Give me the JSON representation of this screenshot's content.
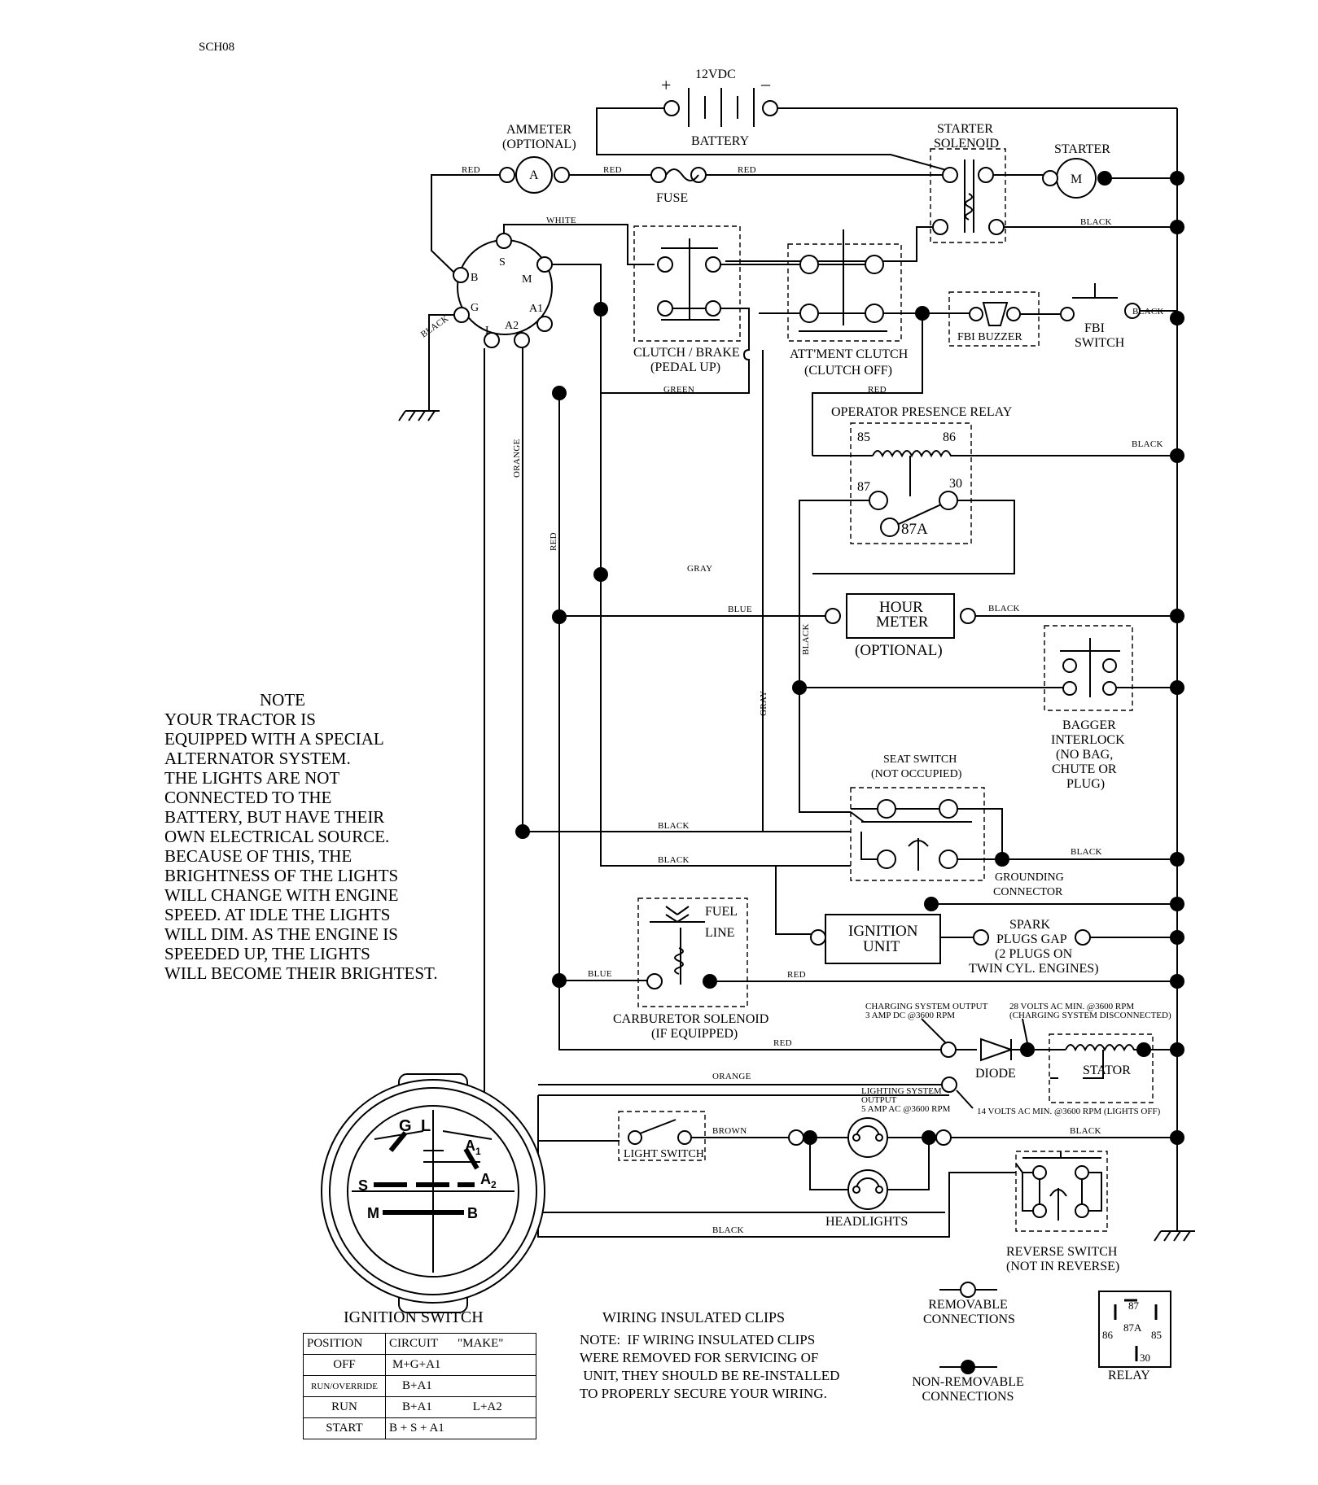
{
  "doc_id": "SCH08",
  "battery": {
    "voltage": "12VDC",
    "name": "BATTERY",
    "pos": "+",
    "neg": "–"
  },
  "ammeter": {
    "name": "AMMETER",
    "note": "(OPTIONAL)",
    "symbol": "A"
  },
  "fuse": "FUSE",
  "starter_solenoid": {
    "l1": "STARTER",
    "l2": "SOLENOID"
  },
  "starter": {
    "name": "STARTER",
    "symbol": "M"
  },
  "ignition_terminals": {
    "b": "B",
    "s": "S",
    "m": "M",
    "g": "G",
    "l": "L",
    "a1": "A1",
    "a2": "A2"
  },
  "clutch_brake": {
    "l1": "CLUTCH / BRAKE",
    "l2": "(PEDAL UP)"
  },
  "attment_clutch": {
    "l1": "ATT'MENT CLUTCH",
    "l2": "(CLUTCH OFF)"
  },
  "fbi_buzzer": "FBI BUZZER",
  "fbi_switch": {
    "l1": "FBI",
    "l2": "SWITCH"
  },
  "relay": {
    "title": "OPERATOR PRESENCE RELAY",
    "p85": "85",
    "p86": "86",
    "p87": "87",
    "p30": "30",
    "p87a": "87A"
  },
  "hour_meter": {
    "l1": "HOUR",
    "l2": "METER",
    "note": "(OPTIONAL)"
  },
  "bagger": {
    "l1": "BAGGER",
    "l2": "INTERLOCK",
    "l3": "(NO BAG,",
    "l4": "CHUTE OR",
    "l5": "PLUG)"
  },
  "seat_switch": {
    "l1": "SEAT SWITCH",
    "l2": "(NOT OCCUPIED)"
  },
  "grounding": {
    "l1": "GROUNDING",
    "l2": "CONNECTOR"
  },
  "fuel": {
    "l1": "FUEL",
    "l2": "LINE"
  },
  "carb": {
    "l1": "CARBURETOR SOLENOID",
    "l2": "(IF EQUIPPED)"
  },
  "ignition_unit": {
    "l1": "IGNITION",
    "l2": "UNIT"
  },
  "spark": {
    "l1": "SPARK",
    "l2": "PLUGS GAP",
    "l3": "(2 PLUGS ON",
    "l4": "TWIN CYL. ENGINES)"
  },
  "charging": {
    "l1": "CHARGING SYSTEM OUTPUT",
    "l2": "3 AMP DC @3600 RPM"
  },
  "volts28": {
    "l1": "28 VOLTS AC MIN. @3600 RPM",
    "l2": "(CHARGING SYSTEM DISCONNECTED)"
  },
  "diode": "DIODE",
  "stator": "STATOR",
  "lighting": {
    "l1": "LIGHTING SYSTEM",
    "l2": "OUTPUT",
    "l3": "5 AMP AC @3600 RPM"
  },
  "volts14": "14 VOLTS AC MIN. @3600 RPM (LIGHTS OFF)",
  "light_switch": "LIGHT SWITCH",
  "headlights": "HEADLIGHTS",
  "reverse": {
    "l1": "REVERSE SWITCH",
    "l2": "(NOT IN REVERSE)"
  },
  "wires": {
    "red": "RED",
    "white": "WHITE",
    "black": "BLACK",
    "green": "GREEN",
    "orange": "ORANGE",
    "gray": "GRAY",
    "blue": "BLUE",
    "brown": "BROWN"
  },
  "note": {
    "title": "NOTE",
    "lines": [
      "YOUR TRACTOR IS",
      "EQUIPPED WITH A SPECIAL",
      "ALTERNATOR SYSTEM.",
      "THE LIGHTS ARE NOT",
      "CONNECTED TO THE",
      "BATTERY, BUT HAVE THEIR",
      "OWN ELECTRICAL SOURCE.",
      "BECAUSE OF THIS, THE",
      "BRIGHTNESS OF THE LIGHTS",
      "WILL CHANGE WITH ENGINE",
      "SPEED.  AT IDLE THE LIGHTS",
      "WILL DIM.  AS THE ENGINE IS",
      "SPEEDED UP, THE LIGHTS",
      "WILL BECOME THEIR BRIGHTEST."
    ]
  },
  "ignition_switch": {
    "title": "IGNITION SWITCH",
    "face": {
      "g": "G",
      "l": "L",
      "a1": "A",
      "a1sub": "1",
      "a2": "A",
      "a2sub": "2",
      "s": "S",
      "m": "M",
      "b": "B"
    },
    "headers": [
      "POSITION",
      "CIRCUIT",
      "\"MAKE\""
    ],
    "rows": [
      {
        "position": "OFF",
        "circuit": "M+G+A1",
        "extra": ""
      },
      {
        "position": "RUN/OVERRIDE",
        "circuit": "B+A1",
        "extra": ""
      },
      {
        "position": "RUN",
        "circuit": "B+A1",
        "extra": "L+A2"
      },
      {
        "position": "START",
        "circuit": "B + S + A1",
        "extra": ""
      }
    ]
  },
  "clips": {
    "title": "WIRING INSULATED CLIPS",
    "lines": [
      "NOTE:  IF WIRING INSULATED CLIPS",
      "WERE REMOVED FOR SERVICING OF",
      " UNIT, THEY SHOULD BE RE-INSTALLED",
      "TO PROPERLY SECURE YOUR WIRING."
    ]
  },
  "legend": {
    "removable": {
      "l1": "REMOVABLE",
      "l2": "CONNECTIONS"
    },
    "non_removable": {
      "l1": "NON-REMOVABLE",
      "l2": "CONNECTIONS"
    },
    "relay": {
      "title": "RELAY",
      "p87": "87",
      "p87a": "87A",
      "p86": "86",
      "p85": "85",
      "p30": "30"
    }
  }
}
